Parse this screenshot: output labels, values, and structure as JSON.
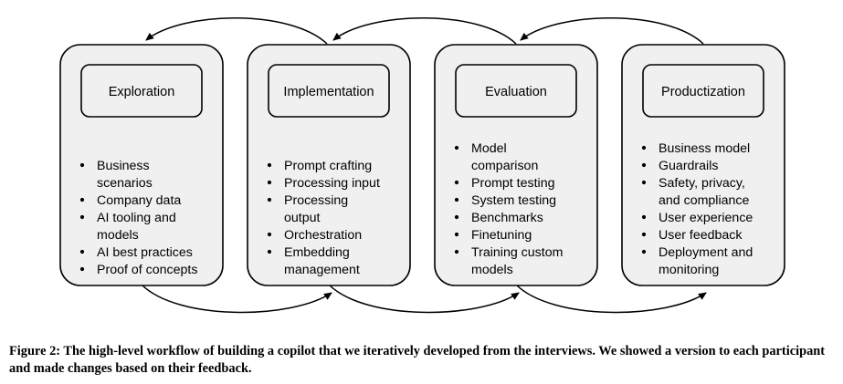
{
  "stages": [
    {
      "title": "Exploration",
      "items": [
        [
          "Business",
          "scenarios"
        ],
        [
          "Company data"
        ],
        [
          "AI tooling and",
          "models"
        ],
        [
          "AI best practices"
        ],
        [
          "Proof of concepts"
        ]
      ]
    },
    {
      "title": "Implementation",
      "items": [
        [
          "Prompt crafting"
        ],
        [
          "Processing input"
        ],
        [
          "Processing",
          "output"
        ],
        [
          "Orchestration"
        ],
        [
          "Embedding",
          "management"
        ]
      ]
    },
    {
      "title": "Evaluation",
      "items": [
        [
          "Model",
          "comparison"
        ],
        [
          "Prompt testing"
        ],
        [
          "System testing"
        ],
        [
          "Benchmarks"
        ],
        [
          "Finetuning"
        ],
        [
          "Training custom",
          "models"
        ]
      ]
    },
    {
      "title": "Productization",
      "items": [
        [
          "Business model"
        ],
        [
          "Guardrails"
        ],
        [
          "Safety, privacy,",
          "and compliance"
        ],
        [
          "User experience"
        ],
        [
          "User feedback"
        ],
        [
          "Deployment and",
          "monitoring"
        ]
      ]
    }
  ],
  "caption": "Figure 2: The high-level workflow of building a copilot that we iteratively developed from the interviews. We showed a version to each participant and made changes based on their feedback."
}
